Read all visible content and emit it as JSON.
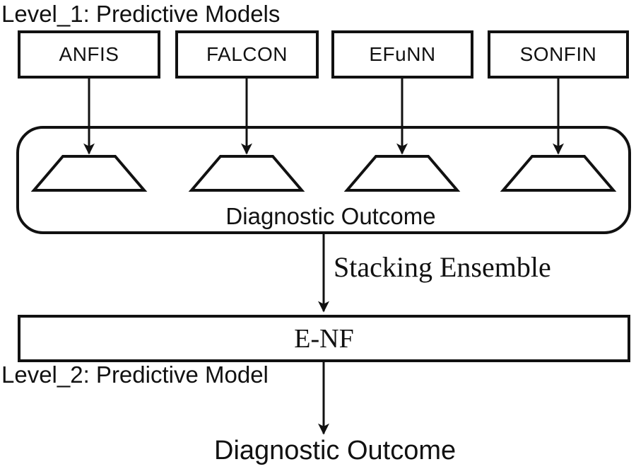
{
  "level1": {
    "title": "Level_1: Predictive Models",
    "models": [
      "ANFIS",
      "FALCON",
      "EFuNN",
      "SONFIN"
    ],
    "outcome_label": "Diagnostic Outcome"
  },
  "ensemble": {
    "label": "Stacking Ensemble"
  },
  "level2": {
    "title": "Level_2: Predictive Model",
    "model": "E-NF",
    "outcome_label": "Diagnostic Outcome"
  },
  "colors": {
    "line": "#111111",
    "background": "#ffffff"
  }
}
